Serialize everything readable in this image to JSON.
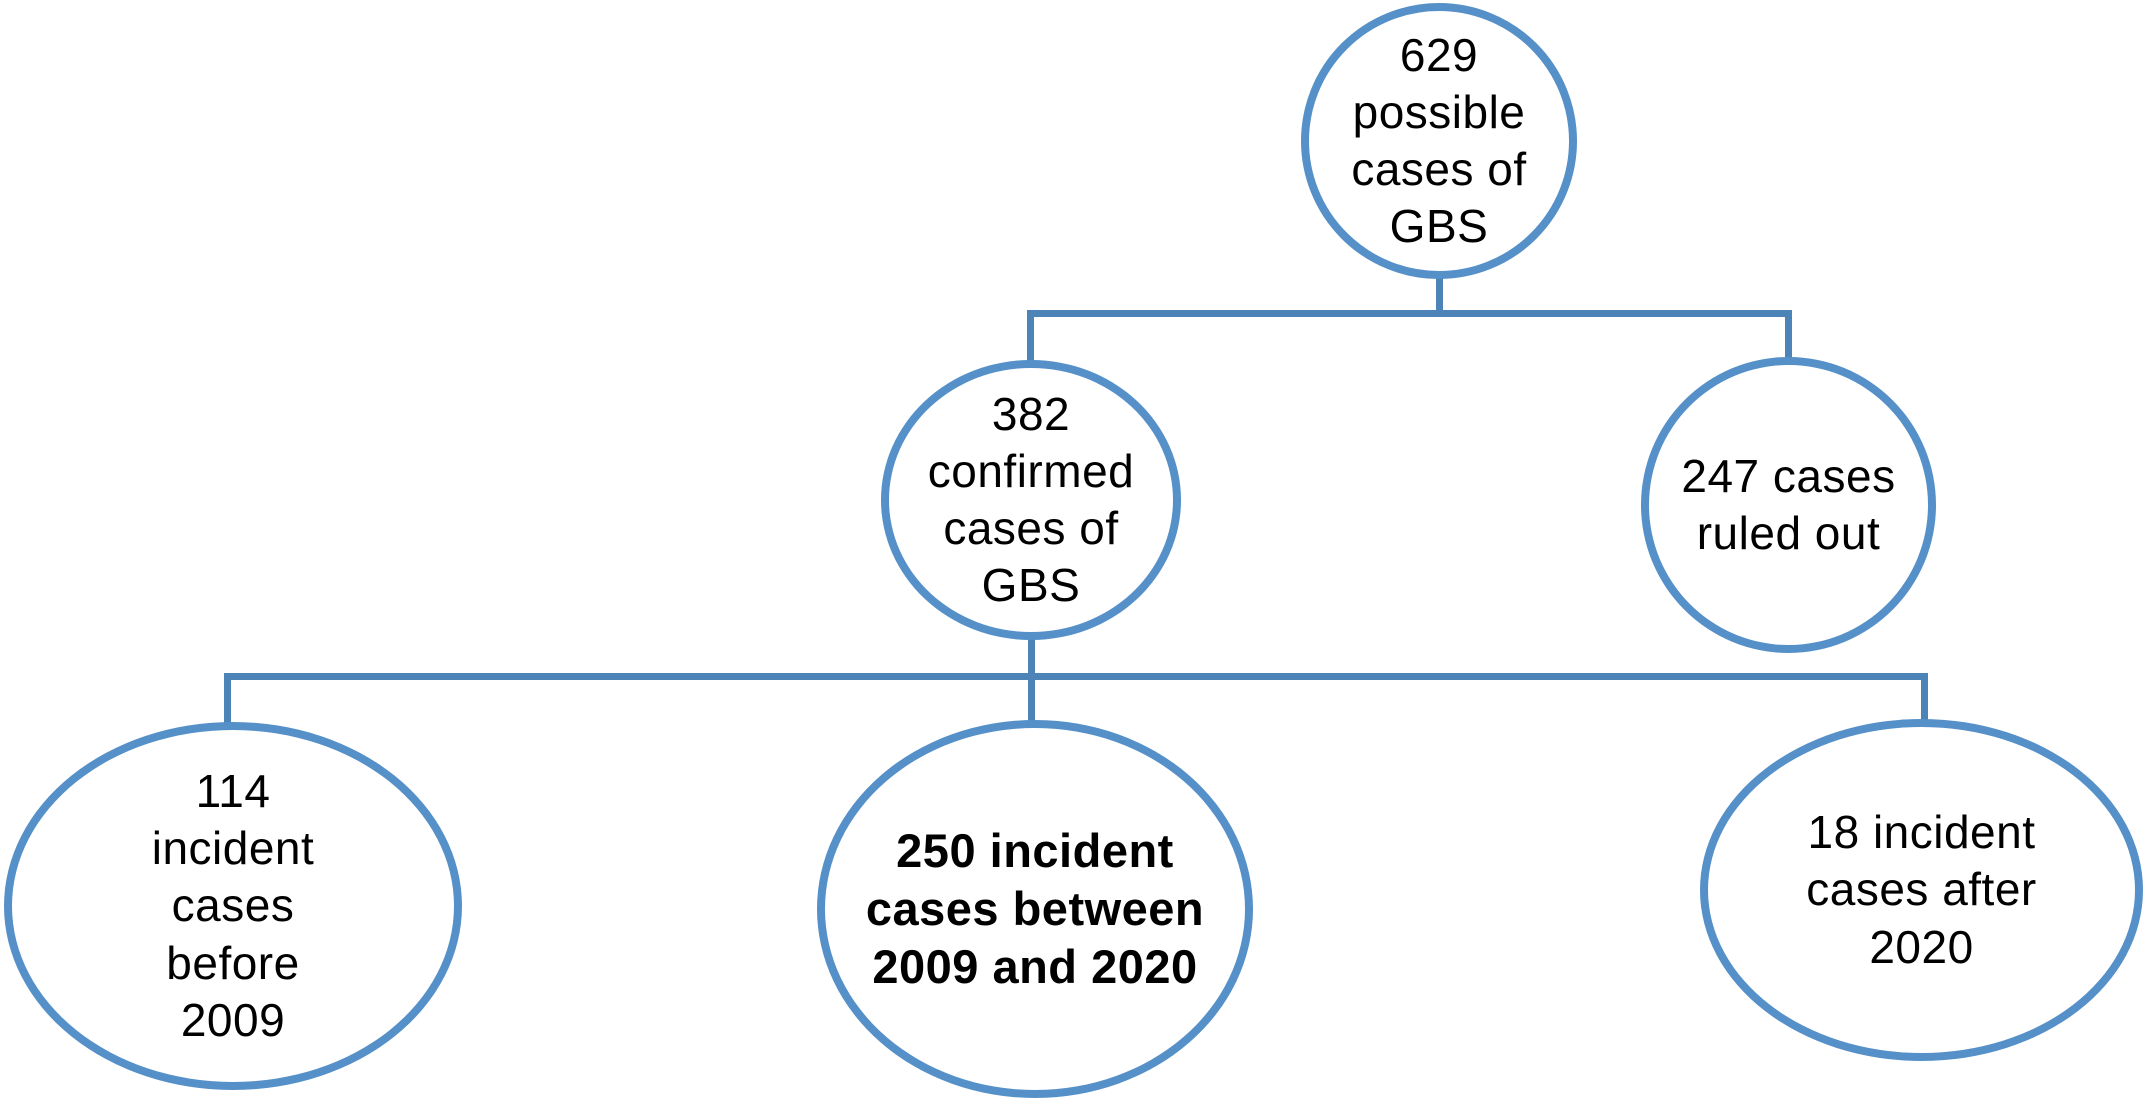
{
  "colors": {
    "node-stroke": "#5590C8",
    "connector": "#4D84B8",
    "text": "#000000",
    "background": "#FFFFFF"
  },
  "diagram": {
    "type": "flowchart",
    "nodes": [
      {
        "id": "possible-cases",
        "value": 629,
        "label": "629\npossible\ncases of\nGBS"
      },
      {
        "id": "confirmed-cases",
        "value": 382,
        "label": "382\nconfirmed\ncases of\nGBS"
      },
      {
        "id": "ruled-out",
        "value": 247,
        "label": "247 cases\nruled out"
      },
      {
        "id": "incident-before-2009",
        "value": 114,
        "label": "114\nincident\ncases\nbefore\n2009"
      },
      {
        "id": "incident-2009-2020",
        "value": 250,
        "label": "250 incident\ncases between\n2009 and 2020",
        "emphasis": "bold"
      },
      {
        "id": "incident-after-2020",
        "value": 18,
        "label": "18 incident\ncases after\n2020"
      }
    ],
    "edges": [
      {
        "from": "possible-cases",
        "to": "confirmed-cases"
      },
      {
        "from": "possible-cases",
        "to": "ruled-out"
      },
      {
        "from": "confirmed-cases",
        "to": "incident-before-2009"
      },
      {
        "from": "confirmed-cases",
        "to": "incident-2009-2020"
      },
      {
        "from": "confirmed-cases",
        "to": "incident-after-2020"
      }
    ]
  }
}
